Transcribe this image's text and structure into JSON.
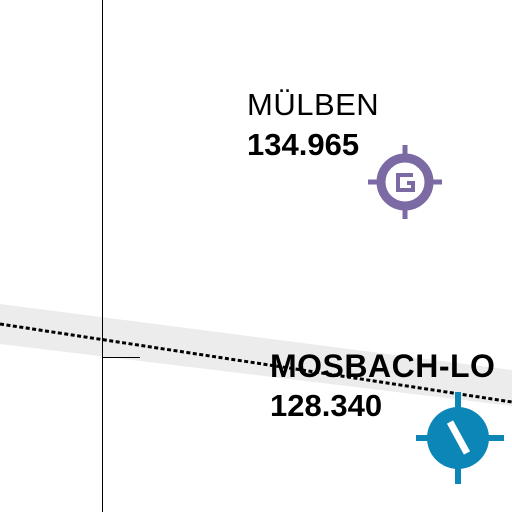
{
  "map": {
    "stations": [
      {
        "name": "MÜLBEN",
        "frequency": "134.965",
        "symbol": "g-ring-icon",
        "color": "#7b6aa3"
      },
      {
        "name": "MOSBACH-LO",
        "frequency": "128.340",
        "symbol": "compass-slash-icon",
        "color": "#0c86b7"
      }
    ],
    "colors": {
      "background": "#ffffff",
      "band": "#ececec",
      "route": "#000000",
      "line": "#000000"
    }
  }
}
